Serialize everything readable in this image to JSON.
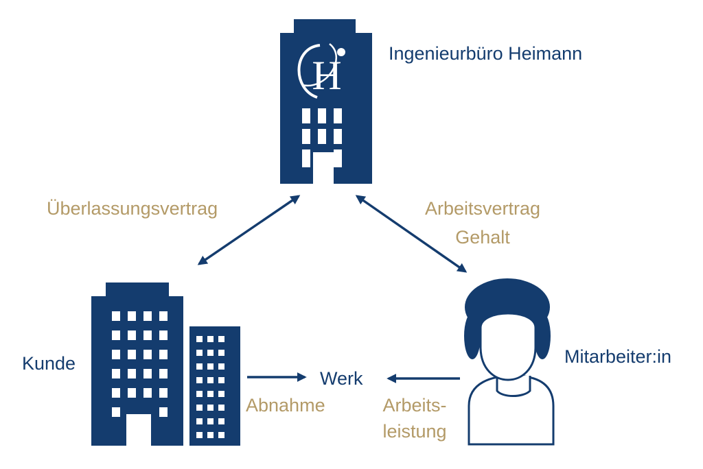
{
  "colors": {
    "primary": "#143c6e",
    "accent": "#b39a67",
    "background": "#ffffff"
  },
  "office": {
    "name": "Ingenieurbüro Heimann",
    "logo_icon": "ih-logo-icon",
    "building_icon": "office-building-icon"
  },
  "client": {
    "name": "Kunde",
    "building_icon": "client-buildings-icon"
  },
  "employee": {
    "name": "Mitarbeiter:in",
    "person_icon": "person-icon"
  },
  "center_node": "Werk",
  "relations": {
    "office_client": "Überlassungsvertrag",
    "office_employee": [
      "Arbeitsvertrag",
      "Gehalt"
    ],
    "client_work": "Abnahme",
    "employee_work": [
      "Arbeits-",
      "leistung"
    ]
  }
}
